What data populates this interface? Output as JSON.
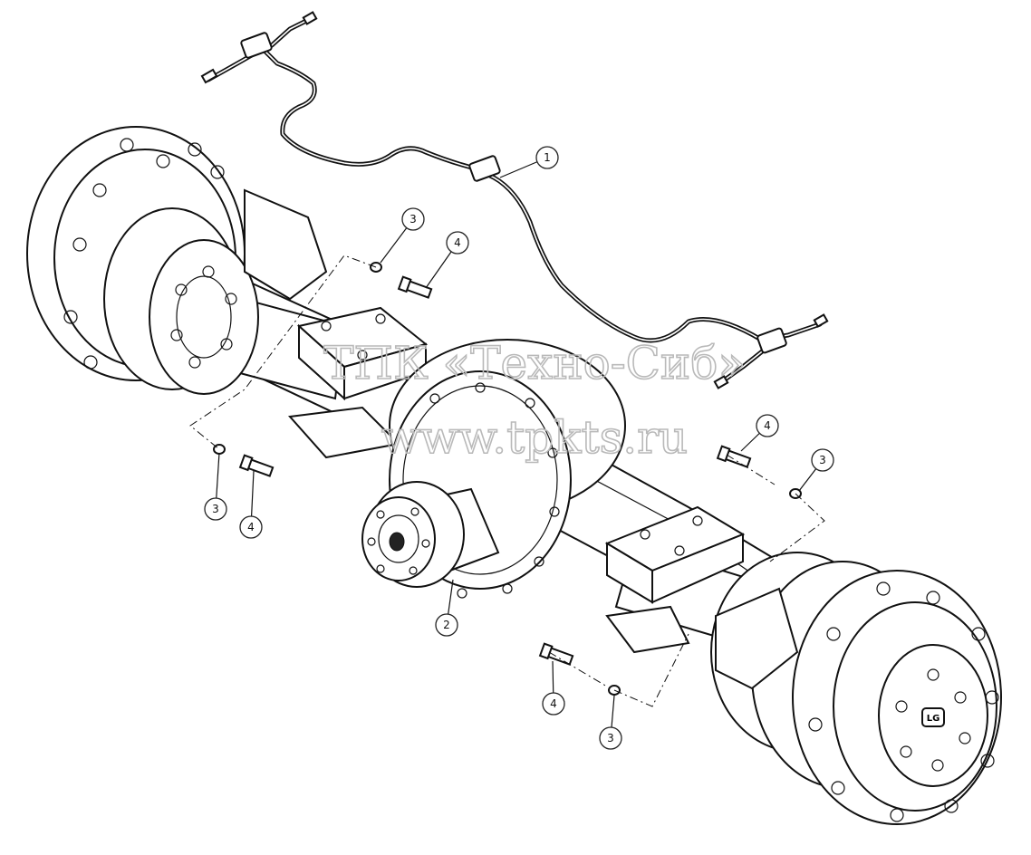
{
  "watermark": {
    "line1": "ТПК «Техно-Сиб»",
    "line2": "www.tpkts.ru"
  },
  "callouts": [
    {
      "id": "c1",
      "label": "1"
    },
    {
      "id": "c2",
      "label": "2"
    },
    {
      "id": "c3a",
      "label": "3"
    },
    {
      "id": "c4a",
      "label": "4"
    },
    {
      "id": "c3b",
      "label": "3"
    },
    {
      "id": "c4b",
      "label": "4"
    },
    {
      "id": "c4c",
      "label": "4"
    },
    {
      "id": "c3c",
      "label": "3"
    },
    {
      "id": "c4d",
      "label": "4"
    },
    {
      "id": "c3d",
      "label": "3"
    }
  ],
  "hub_logo": "LG"
}
